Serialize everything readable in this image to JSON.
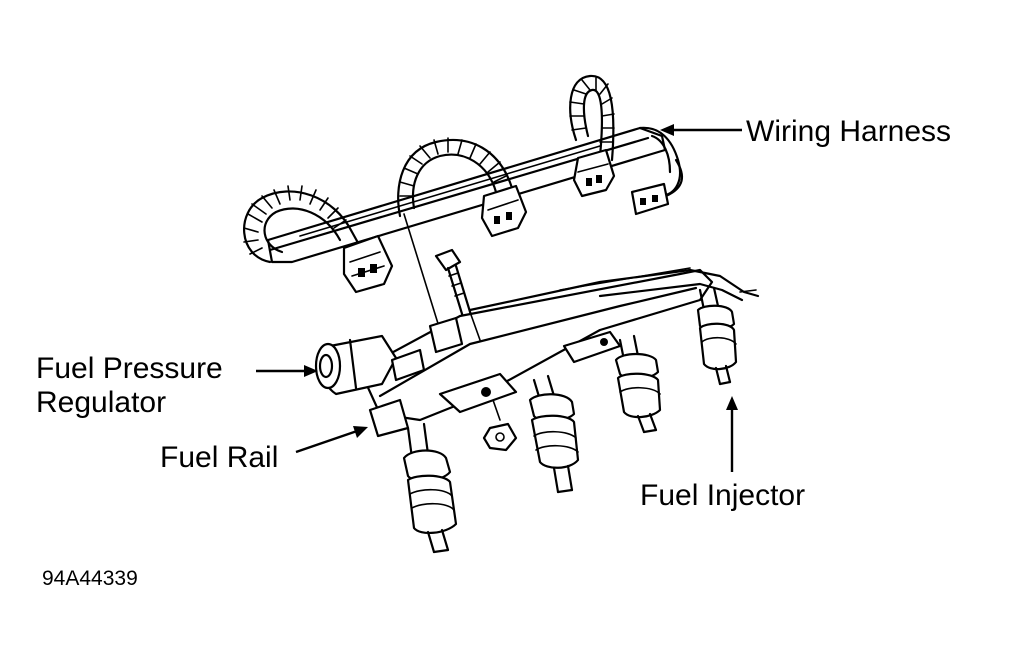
{
  "labels": {
    "wiring_harness": "Wiring Harness",
    "fuel_pressure_regulator_line1": "Fuel Pressure",
    "fuel_pressure_regulator_line2": "Regulator",
    "fuel_rail": "Fuel Rail",
    "fuel_injector": "Fuel Injector"
  },
  "figure_code": "94A44339"
}
